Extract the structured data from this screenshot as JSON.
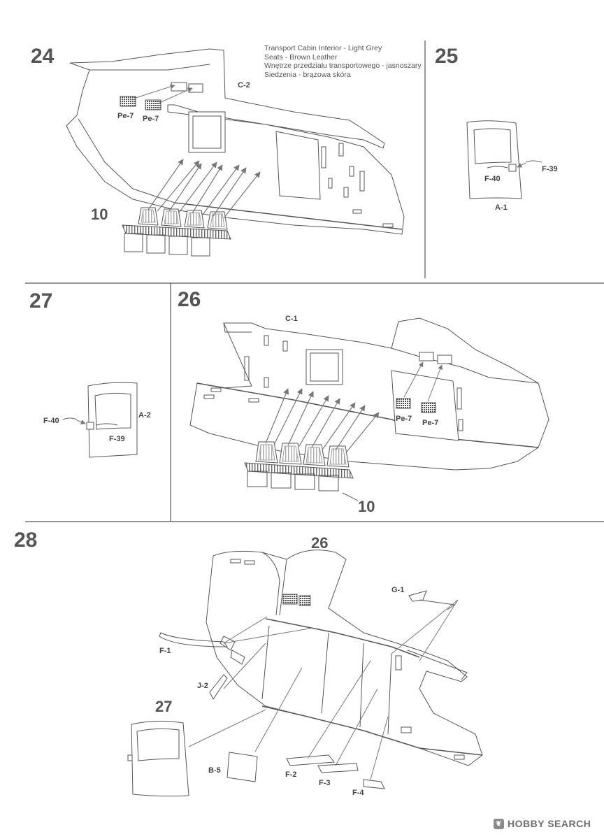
{
  "steps": {
    "s24": {
      "number": "24",
      "note_lines": [
        "Transport Cabin Interior - Light Grey",
        "Seats - Brown Leather",
        "Wnętrze przedziału transportowego - jasnoszary",
        "Siedzenia - brązowa skóra"
      ],
      "labels": {
        "part_c2": "C-2",
        "pe7_left": "Pe-7",
        "pe7_right": "Pe-7",
        "seats_ref": "10"
      }
    },
    "s25": {
      "number": "25",
      "labels": {
        "part_f40": "F-40",
        "part_f39": "F-39",
        "part_a1": "A-1"
      }
    },
    "s27": {
      "number": "27",
      "labels": {
        "part_f40": "F-40",
        "part_a2": "A-2",
        "part_f39": "F-39"
      }
    },
    "s26": {
      "number": "26",
      "labels": {
        "part_c1": "C-1",
        "pe7_left": "Pe-7",
        "pe7_right": "Pe-7",
        "seats_ref": "10"
      }
    },
    "s28": {
      "number": "28",
      "labels": {
        "ref26": "26",
        "part_g1": "G-1",
        "part_f1": "F-1",
        "part_j2": "J-2",
        "ref27": "27",
        "part_b5": "B-5",
        "part_f2": "F-2",
        "part_f3": "F-3",
        "part_f4": "F-4"
      }
    }
  },
  "watermark": {
    "text": "HOBBY SEARCH",
    "logo": "hobbysearch-logo-icon"
  }
}
